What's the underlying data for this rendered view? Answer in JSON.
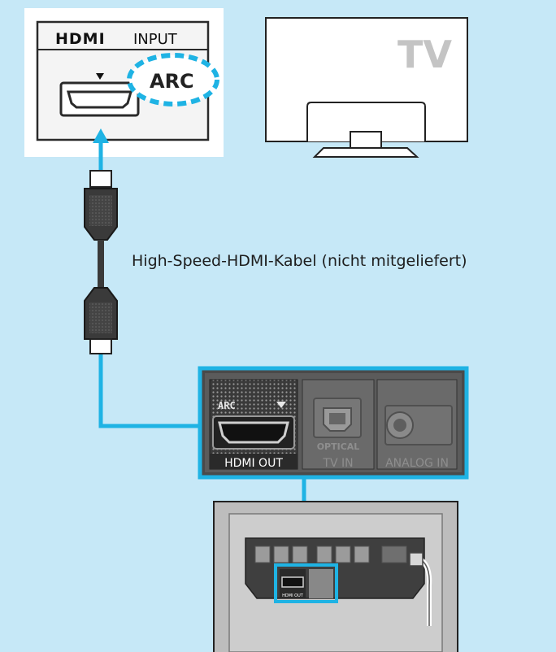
{
  "tv_input_panel": {
    "hdmi_logo": "HDMI",
    "input_label": "INPUT",
    "arc_label": "ARC"
  },
  "tv": {
    "label": "TV"
  },
  "cable": {
    "label": "High-Speed-HDMI-Kabel (nicht mitgeliefert)"
  },
  "soundbar_panel": {
    "arc_label": "ARC",
    "optical_label": "OPTICAL",
    "ports": [
      {
        "label": "HDMI OUT"
      },
      {
        "label": "TV IN"
      },
      {
        "label": "ANALOG IN"
      }
    ]
  },
  "soundbar_rear_small": {
    "ports": [
      "HDMI OUT"
    ]
  },
  "colors": {
    "background": "#c6e8f7",
    "accent": "#1fb3e4",
    "panel_dark": "#2d2d2d",
    "panel_light": "#ffffff",
    "device_gray": "#c8c8c8"
  }
}
